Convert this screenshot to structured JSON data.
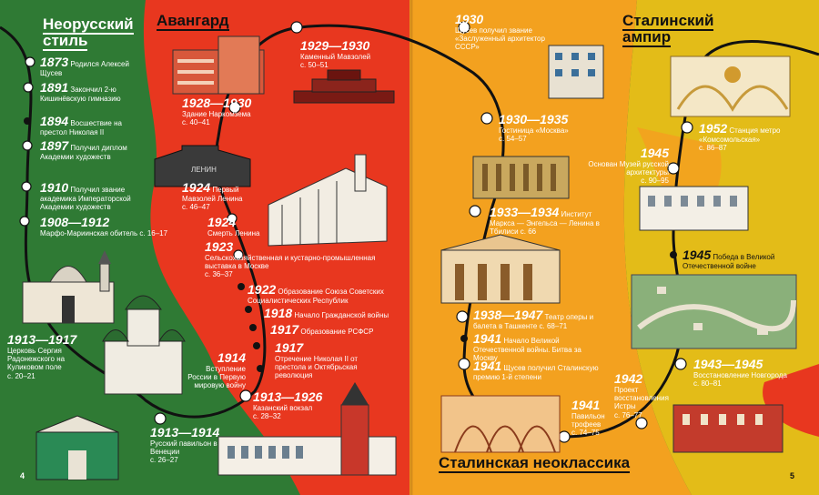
{
  "sections": {
    "neorussian": [
      "Неорусский",
      "стиль"
    ],
    "avantgarde": "Авангард",
    "stalin_empire": [
      "Сталинский",
      "ампир"
    ],
    "stalin_neoclassic": "Сталинская неоклассика"
  },
  "pages": {
    "left": "4",
    "right": "5"
  },
  "colors": {
    "green": "#2f7a34",
    "red": "#e8371f",
    "orange": "#f3a11f",
    "yellow": "#e3bc18",
    "line": "#111111"
  },
  "events": {
    "e1873": {
      "year": "1873",
      "text": "Родился Алексей Щусев"
    },
    "e1891": {
      "year": "1891",
      "text": "Закончил 2-ю Кишинёвскую гимназию"
    },
    "e1894": {
      "year": "1894",
      "text": "Восшествие на престол Николая II"
    },
    "e1897": {
      "year": "1897",
      "text": "Получил диплом Академии художеств"
    },
    "e1910": {
      "year": "1910",
      "text": "Получил звание академика Императорской Академии художеств"
    },
    "e1908": {
      "year": "1908—1912",
      "text": "Марфо-Мариинская обитель",
      "page": "с. 16–17"
    },
    "e1913a": {
      "year": "1913—1917",
      "text": "Церковь Сергия Радонежского на Куликовом поле",
      "page": "с. 20–21"
    },
    "e1913b": {
      "year": "1913—1914",
      "text": "Русский павильон в Венеции",
      "page": "с. 26–27"
    },
    "e1914": {
      "year": "1914",
      "text": "Вступление России в Первую мировую войну"
    },
    "e1913c": {
      "year": "1913—1926",
      "text": "Казанский вокзал",
      "page": "с. 28–32"
    },
    "e1917a": {
      "year": "1917",
      "text": "Отречение Николая II от престола и Октябрьская революция"
    },
    "e1917b": {
      "year": "1917",
      "text": "Образование РСФСР"
    },
    "e1918": {
      "year": "1918",
      "text": "Начало Гражданской войны"
    },
    "e1922": {
      "year": "1922",
      "text": "Образование Союза Советских Социалистических Республик"
    },
    "e1923": {
      "year": "1923",
      "text": "Сельскохозяйственная и кустарно-промышленная выставка в Москве",
      "page": "с. 36–37"
    },
    "e1924a": {
      "year": "1924",
      "text": "Смерть Ленина"
    },
    "e1924b": {
      "year": "1924",
      "text": "Первый Мавзолей Ленина",
      "page": "с. 46–47"
    },
    "e1928": {
      "year": "1928—1930",
      "text": "Здание Наркомзема",
      "page": "с. 40–41"
    },
    "e1929": {
      "year": "1929—1930",
      "text": "Каменный Мавзолей",
      "page": "с. 50–51"
    },
    "e1930a": {
      "year": "1930",
      "text": "Щусев получил звание «Заслуженный архитектор СССР»"
    },
    "e1930b": {
      "year": "1930—1935",
      "text": "Гостиница «Москва»",
      "page": "с. 54–57"
    },
    "e1933": {
      "year": "1933—1934",
      "text": "Институт Маркса — Энгельса — Ленина в Тбилиси",
      "page": "с. 66"
    },
    "e1938": {
      "year": "1938—1947",
      "text": "Театр оперы и балета в Ташкенте",
      "page": "с. 68–71"
    },
    "e1941a": {
      "year": "1941",
      "text": "Начало Великой Отечественной войны. Битва за Москву"
    },
    "e1941b": {
      "year": "1941",
      "text": "Щусев получил Сталинскую премию 1-й степени"
    },
    "e1941c": {
      "year": "1941",
      "text": "Павильон трофеев",
      "page": "с. 74–75"
    },
    "e1942": {
      "year": "1942",
      "text": "Проект восстановления Истры",
      "page": "с. 76–77"
    },
    "e1943": {
      "year": "1943—1945",
      "text": "Восстановление Новгорода",
      "page": "с. 80–81"
    },
    "e1945a": {
      "year": "1945",
      "text": "Победа в Великой Отечественной войне"
    },
    "e1945b": {
      "year": "1945",
      "text": "Основан Музей русской архитектуры",
      "page": "с. 90–95"
    },
    "e1952": {
      "year": "1952",
      "text": "Станция метро «Комсомольская»",
      "page": "с. 86–87"
    }
  },
  "building_labels": {
    "lenin": "ЛЕНИН"
  }
}
